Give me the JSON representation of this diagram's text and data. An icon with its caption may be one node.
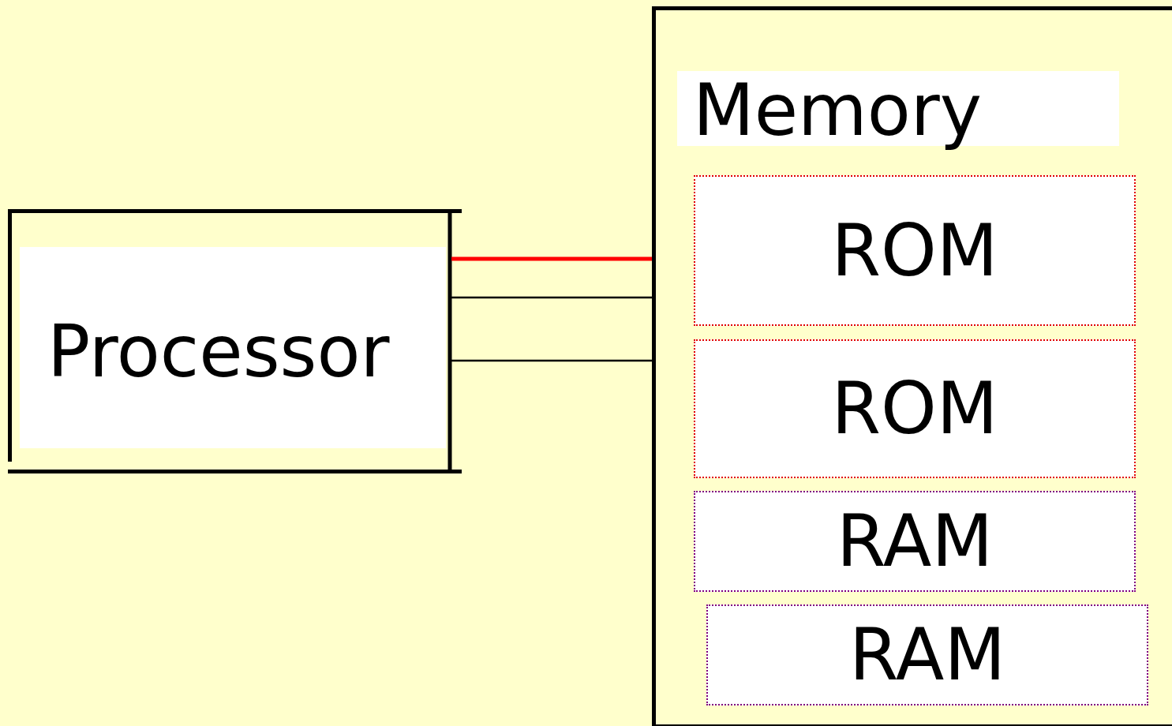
{
  "diagram": {
    "nodes": [
      {
        "text": [
          "Processor"
        ]
      },
      {
        "text": [
          "Memory"
        ]
      },
      {
        "text": [
          "ROM"
        ],
        "in": 1
      },
      {
        "text": [
          "ROM"
        ],
        "in": 1
      },
      {
        "text": [
          "RAM"
        ],
        "in": 1
      },
      {
        "text": [
          "RAM"
        ],
        "in": 1
      }
    ],
    "edges": [
      {
        "from": 0,
        "to": 1,
        "arrow": "none",
        "style": "thick",
        "color": "#ff0000"
      },
      {
        "from": 0,
        "to": 1,
        "arrow": "none"
      },
      {
        "from": 0,
        "to": 1,
        "arrow": "none"
      }
    ]
  }
}
